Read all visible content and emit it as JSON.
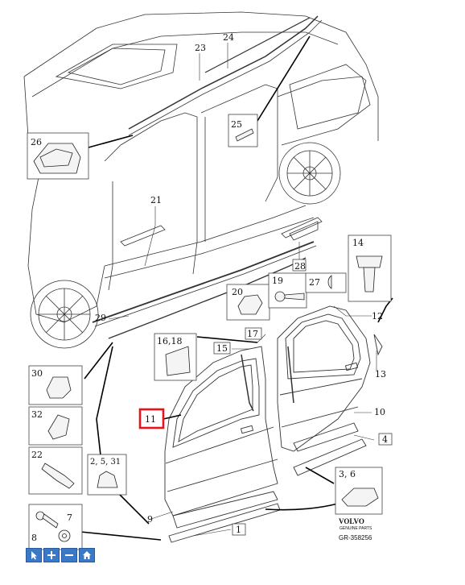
{
  "callouts": {
    "c1": "1",
    "c4": "4",
    "c7": "7",
    "c8": "8",
    "c9": "9",
    "c10": "10",
    "c11": "11",
    "c12": "12",
    "c13": "13",
    "c14": "14",
    "c15": "15",
    "c16": "16,18",
    "c17": "17",
    "c19": "19",
    "c20": "20",
    "c21": "21",
    "c22": "22",
    "c23": "23",
    "c24": "24",
    "c25": "25",
    "c26": "26",
    "c27": "27",
    "c28": "28",
    "c29": "29",
    "c30": "30",
    "c31": "2, 5, 31",
    "c32": "32",
    "c36": "3, 6"
  },
  "brand": {
    "name": "VOLVO",
    "sub": "GENUINE PARTS",
    "ref": "GR-358256"
  },
  "highlight_color": "#e8141c",
  "toolbar": {
    "buttons": [
      "cursor-icon",
      "zoom-in-icon",
      "zoom-out-icon",
      "home-icon"
    ],
    "color": "#3a78c8"
  }
}
